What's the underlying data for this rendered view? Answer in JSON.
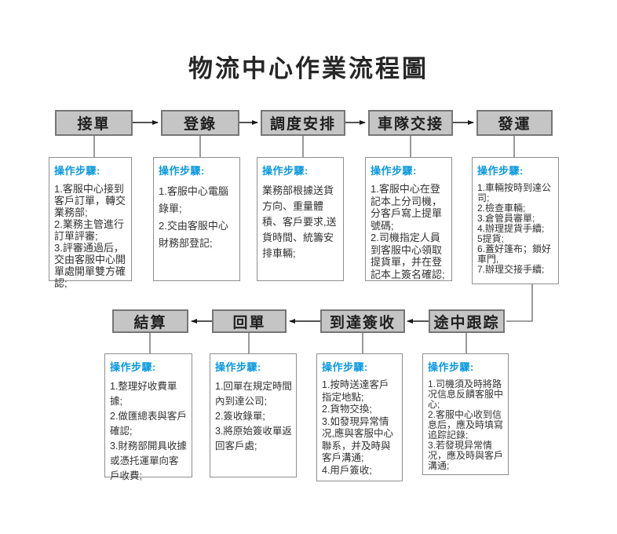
{
  "title": "物流中心作業流程圖",
  "steps_label": "操作步驟:",
  "colors": {
    "accent_blue": "#0b99e0",
    "node_fill": "#c5c5c5",
    "node_border": "#767676",
    "connector_gray": "#808080",
    "arrow_black": "#1a1a1a",
    "detail_border": "#8f8f8f"
  },
  "nodes_top": [
    {
      "label": "接單",
      "steps_title": "操作步驟:",
      "steps": "1.客服中心接到客戶訂單，轉交業務部;\n2.業務主管進行訂單評審;\n3.評審通過后，交由客服中心開單處開單雙方確認;"
    },
    {
      "label": "登錄",
      "steps_title": "操作步驟:",
      "steps": "1.客服中心電腦錄單;\n2.交由客服中心財務部登記;"
    },
    {
      "label": "調度安排",
      "steps_title": "操作步驟:",
      "steps": "業務部根據送貨方向、重量體積、客戶要求,送貨時間、統籌安排車輛;"
    },
    {
      "label": "車隊交接",
      "steps_title": "操作步驟:",
      "steps": "1.客服中心在登記本上分司機，分客戶寫上提單號碼;\n2.司機指定人員到客服中心領取提貨單，并在登記本上簽名確認;"
    },
    {
      "label": "發運",
      "steps_title": "操作步驟:",
      "steps": "1.車輛按時到達公司;\n2.檢查車輛;\n3.倉管員審單;\n4.辦理提貨手續;\n5提貨;\n6.蓋好篷布；鎖好車門,\n7.辦理交接手續;"
    }
  ],
  "nodes_bottom": [
    {
      "label": "結算",
      "steps_title": "操作步驟:",
      "steps": "1.整理好收費單據;\n2.做匯總表與客戶確認;\n3.財務部開具收據或憑托運單向客戶收費;"
    },
    {
      "label": "回單",
      "steps_title": "操作步驟:",
      "steps": "1.回單在規定時間內到達公司;\n2.簽收錄單;\n3.將原始簽收單返回客戶處;"
    },
    {
      "label": "到達簽收",
      "steps_title": "操作步驟:",
      "steps": "1.按時送達客戶指定地點;\n2.貨物交換;\n3.如發現异常情况,應與客服中心聯系，并及時與客戶溝通;\n4.用戶簽收;"
    },
    {
      "label": "途中跟踪",
      "steps_title": "操作步驟:",
      "steps": "1.司機須及時將路况信息反饋客服中心;\n2.客服中心收到信息后，應及時填寫追踪記錄;\n3.若發現异常情况，應及時與客戶溝通;"
    }
  ]
}
